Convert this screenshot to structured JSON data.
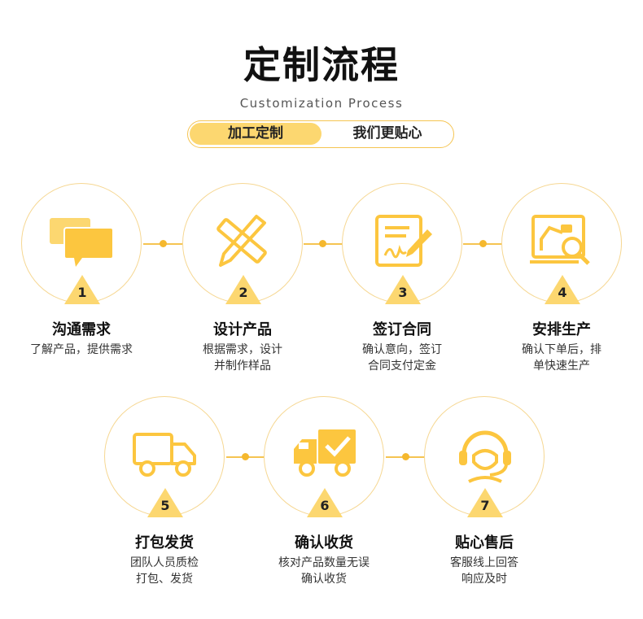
{
  "header": {
    "title": "定制流程",
    "subtitle": "Customization Process"
  },
  "tabs": [
    {
      "label": "加工定制",
      "active": true
    },
    {
      "label": "我们更贴心",
      "active": false
    }
  ],
  "colors": {
    "accent": "#fcc63f",
    "accent_light": "#fcd770",
    "ring": "#f6d792"
  },
  "steps": [
    {
      "number": "1",
      "title": "沟通需求",
      "desc_line1": "了解产品，提供需求",
      "desc_line2": "",
      "icon": "chat-bubbles-icon"
    },
    {
      "number": "2",
      "title": "设计产品",
      "desc_line1": "根据需求，设计",
      "desc_line2": "并制作样品",
      "icon": "ruler-pencil-icon"
    },
    {
      "number": "3",
      "title": "签订合同",
      "desc_line1": "确认意向，签订",
      "desc_line2": "合同支付定金",
      "icon": "contract-sign-icon"
    },
    {
      "number": "4",
      "title": "安排生产",
      "desc_line1": "确认下单后，排",
      "desc_line2": "单快速生产",
      "icon": "production-monitor-icon"
    },
    {
      "number": "5",
      "title": "打包发货",
      "desc_line1": "团队人员质检",
      "desc_line2": "打包、发货",
      "icon": "delivery-truck-icon"
    },
    {
      "number": "6",
      "title": "确认收货",
      "desc_line1": "核对产品数量无误",
      "desc_line2": "确认收货",
      "icon": "truck-check-icon"
    },
    {
      "number": "7",
      "title": "贴心售后",
      "desc_line1": "客服线上回答",
      "desc_line2": "响应及时",
      "icon": "headset-agent-icon"
    }
  ]
}
